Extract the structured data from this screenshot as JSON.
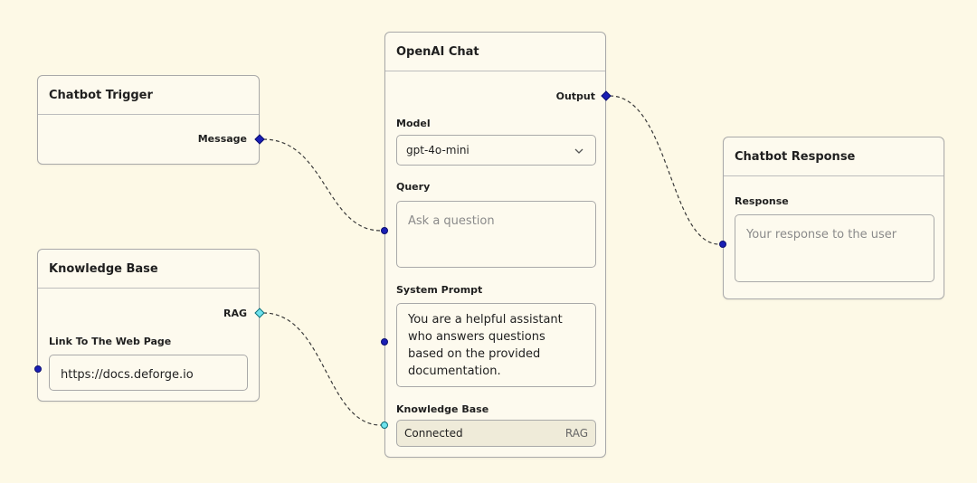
{
  "colors": {
    "background": "#fdf9e6",
    "node_bg": "#fdfaee",
    "port_blue": "#1a1fb5",
    "port_cyan": "#6fe3ee",
    "wire": "#3a3a3a"
  },
  "trigger": {
    "title": "Chatbot Trigger",
    "output_label": "Message"
  },
  "knowledge": {
    "title": "Knowledge Base",
    "output_label": "RAG",
    "link_label": "Link To The Web Page",
    "link_value": "https://docs.deforge.io"
  },
  "chat": {
    "title": "OpenAI Chat",
    "output_label": "Output",
    "model_label": "Model",
    "model_value": "gpt-4o-mini",
    "query_label": "Query",
    "query_placeholder": "Ask a question",
    "system_label": "System Prompt",
    "system_value": "You are a helpful assistant who answers questions based on the provided documentation.",
    "kb_label": "Knowledge Base",
    "kb_status": "Connected",
    "kb_tag": "RAG"
  },
  "response": {
    "title": "Chatbot Response",
    "field_label": "Response",
    "field_placeholder": "Your response to the user"
  }
}
